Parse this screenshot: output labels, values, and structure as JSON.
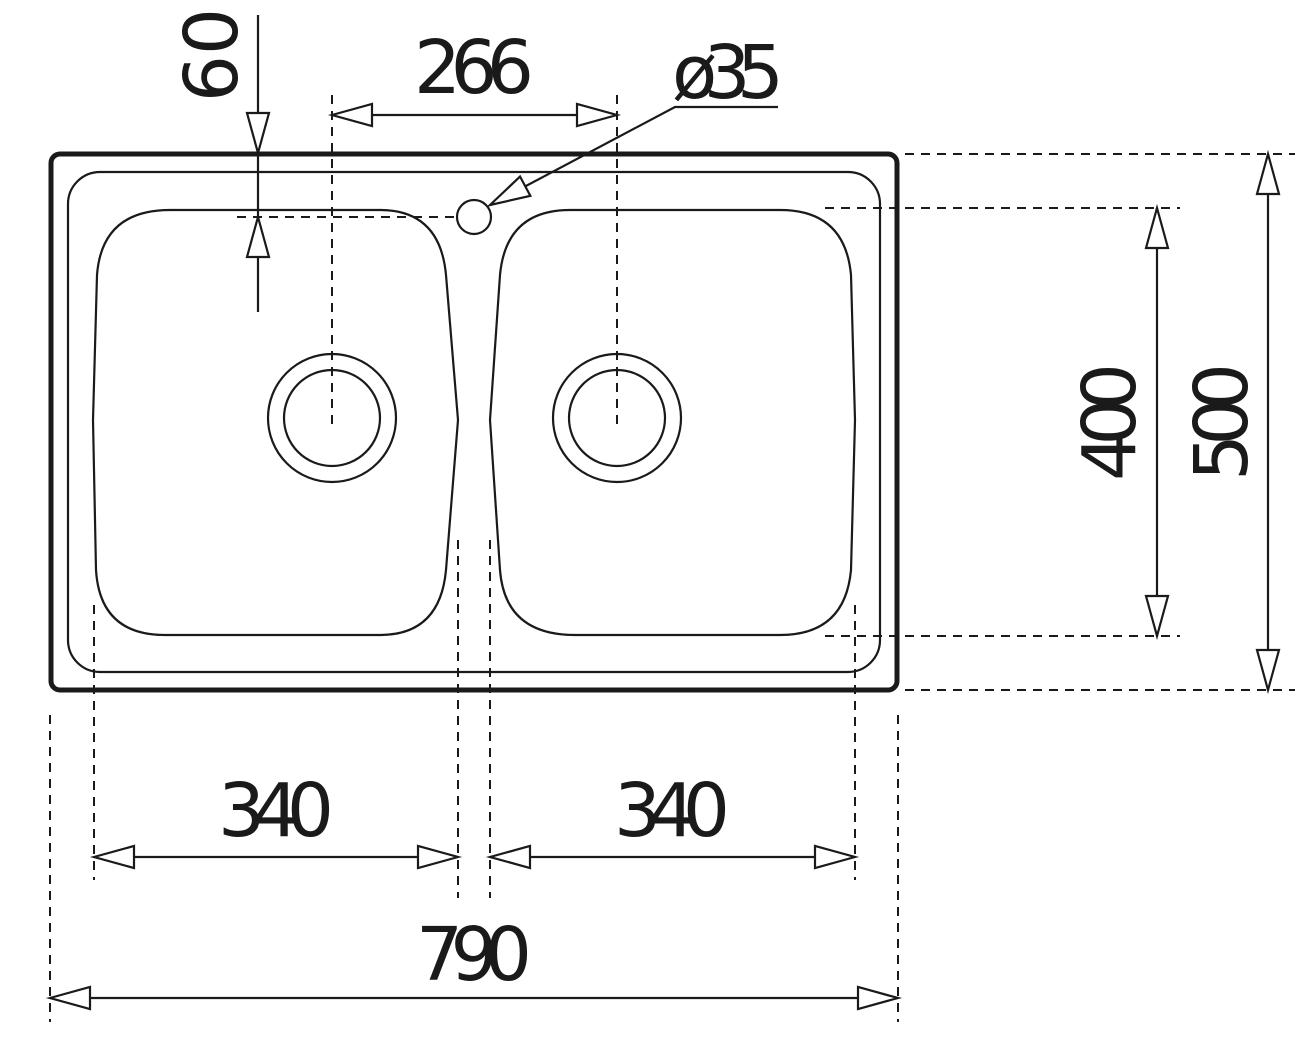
{
  "drawing": {
    "dimensions": {
      "rim_to_tap_hole": "60",
      "drain_spacing": "266",
      "tap_hole_diameter": "ø35",
      "bowl_depth": "400",
      "overall_depth": "500",
      "left_bowl_width": "340",
      "right_bowl_width": "340",
      "overall_width": "790"
    },
    "line_color": "#1a1a1a"
  }
}
